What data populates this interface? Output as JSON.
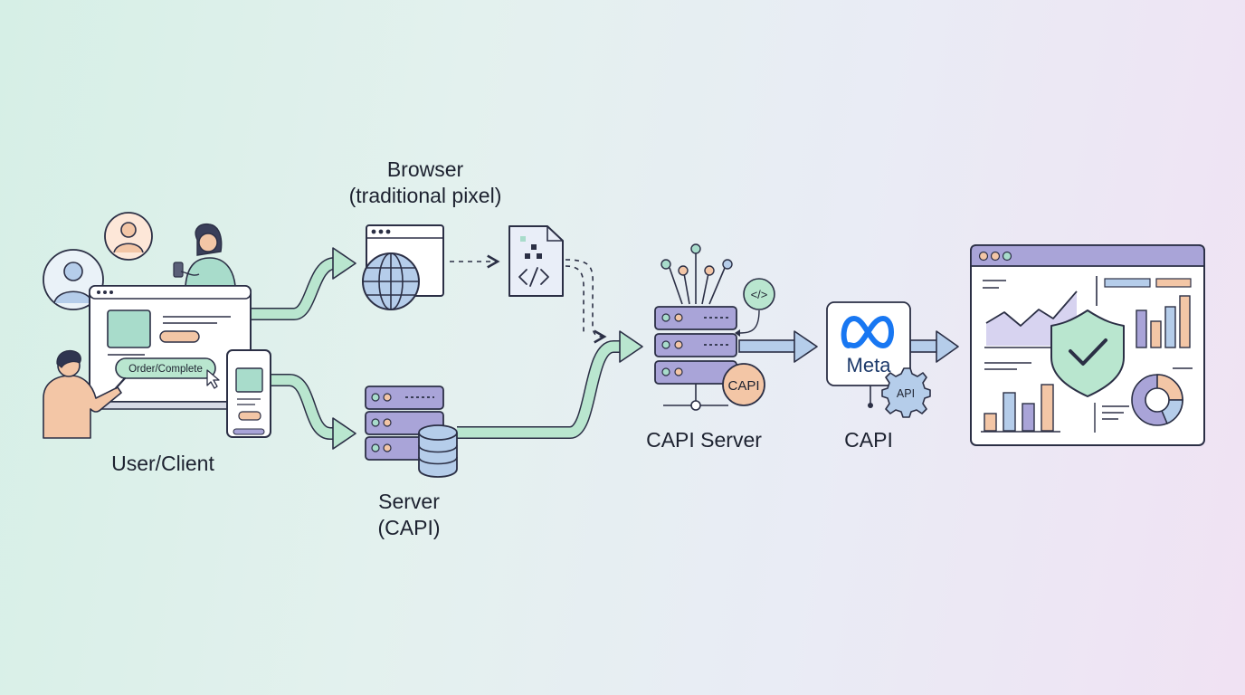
{
  "labels": {
    "user_client": "User/Client",
    "browser_line1": "Browser",
    "browser_line2": "(traditional pixel)",
    "server_line1": "Server",
    "server_line2": "(CAPI)",
    "capi_server": "CAPI Server",
    "capi": "CAPI"
  },
  "badges": {
    "order_complete": "Order/Complete",
    "capi_badge": "CAPI",
    "meta_wordmark": "Meta",
    "api_gear": "API",
    "code_tag": "</>"
  },
  "colors": {
    "outline": "#2b2f45",
    "green_arrow": "#b9e6cf",
    "blue_arrow": "#b5cdea",
    "lavender": "#a9a4d8",
    "peach": "#f3c6a6",
    "mint": "#a8dccb",
    "meta_blue": "#1877f2"
  },
  "icons": [
    "user-avatar-icon",
    "person-silhouette-icon",
    "laptop-icon",
    "smartphone-icon",
    "cursor-icon",
    "globe-icon",
    "code-file-icon",
    "server-rack-icon",
    "database-icon",
    "meta-logo-icon",
    "gear-icon",
    "shield-check-icon",
    "bar-chart-icon",
    "line-chart-icon",
    "donut-chart-icon"
  ]
}
